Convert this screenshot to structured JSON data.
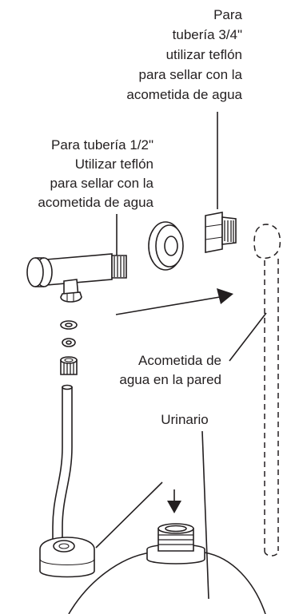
{
  "labels": {
    "pipe_3_4": [
      "Para",
      "tubería 3/4\"",
      "utilizar teflón",
      "para sellar con la",
      "acometida de agua"
    ],
    "pipe_1_2": [
      "Para tubería 1/2\"",
      "Utilizar teflón",
      "para sellar con la",
      "acometida de agua"
    ],
    "wall_inlet": [
      "Acometida de",
      "agua en la pared"
    ],
    "urinal": "Urinario"
  },
  "colors": {
    "ink": "#231f20",
    "background": "#ffffff"
  }
}
